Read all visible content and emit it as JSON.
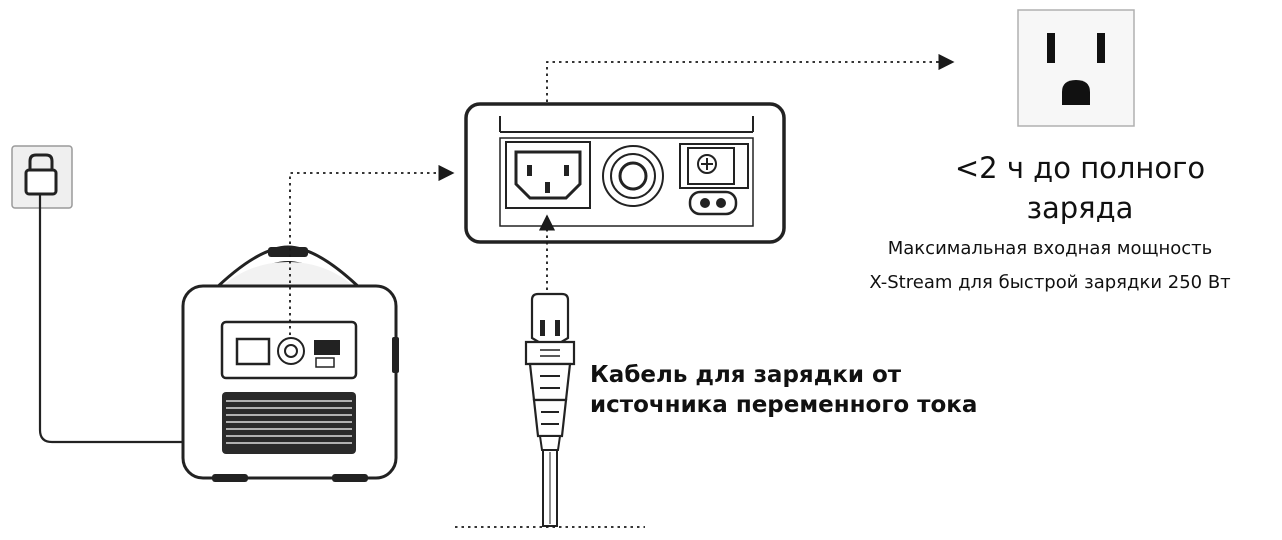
{
  "headline": {
    "line1": "<2 ч до полного",
    "line2": "заряда"
  },
  "subtext": {
    "line1": "Максимальная входная мощность",
    "line2": "X-Stream для быстрой зарядки 250 Вт"
  },
  "cable_label": {
    "line1": "Кабель для зарядки от",
    "line2": "источника переменного тока"
  },
  "icons": [
    "wall-outlet-icon",
    "power-station-icon",
    "ac-input-panel-icon",
    "ac-power-plug-icon",
    "us-outlet-icon"
  ],
  "colors": {
    "line": "#1a1a1a",
    "plate": "#ebebeb",
    "outlet_bg": "#f7f7f7"
  }
}
